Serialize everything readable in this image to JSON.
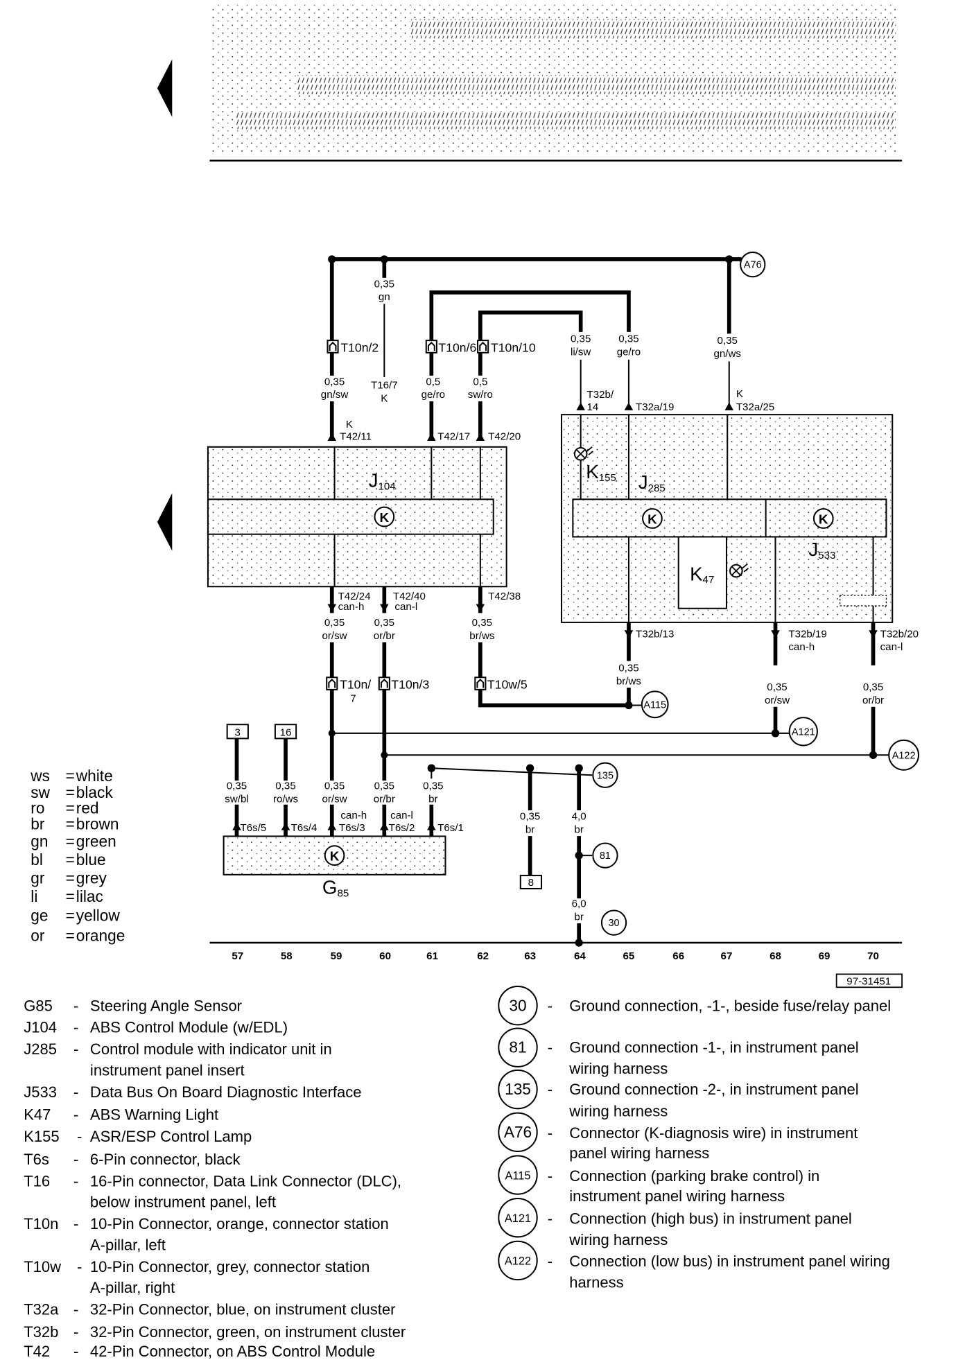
{
  "sep": {
    "eq": "=",
    "dash": "-"
  },
  "legend": [
    {
      "code": "ws",
      "name": "white"
    },
    {
      "code": "sw",
      "name": "black"
    },
    {
      "code": "ro",
      "name": "red"
    },
    {
      "code": "br",
      "name": "brown"
    },
    {
      "code": "gn",
      "name": "green"
    },
    {
      "code": "bl",
      "name": "blue"
    },
    {
      "code": "gr",
      "name": "grey"
    },
    {
      "code": "li",
      "name": "lilac"
    },
    {
      "code": "ge",
      "name": "yellow"
    },
    {
      "code": "or",
      "name": "orange"
    }
  ],
  "components": [
    {
      "id": "G85",
      "desc": [
        "Steering Angle Sensor"
      ]
    },
    {
      "id": "J104",
      "desc": [
        "ABS Control Module (w/EDL)"
      ]
    },
    {
      "id": "J285",
      "desc": [
        "Control module with indicator unit in",
        "instrument panel insert"
      ]
    },
    {
      "id": "J533",
      "desc": [
        "Data Bus On Board Diagnostic Interface"
      ]
    },
    {
      "id": "K47",
      "desc": [
        "ABS Warning Light"
      ]
    },
    {
      "id": "K155",
      "desc": [
        "ASR/ESP Control Lamp"
      ]
    },
    {
      "id": "T6s",
      "desc": [
        "6-Pin connector, black"
      ]
    },
    {
      "id": "T16",
      "desc": [
        "16-Pin connector, Data Link Connector (DLC),",
        "below instrument panel, left"
      ]
    },
    {
      "id": "T10n",
      "desc": [
        "10-Pin Connector, orange, connector station",
        "A-pillar, left"
      ]
    },
    {
      "id": "T10w",
      "desc": [
        "10-Pin Connector, grey, connector station",
        "A-pillar, right"
      ]
    },
    {
      "id": "T32a",
      "desc": [
        "32-Pin Connector, blue, on instrument cluster"
      ]
    },
    {
      "id": "T32b",
      "desc": [
        "32-Pin Connector, green, on instrument cluster"
      ]
    },
    {
      "id": "T42",
      "desc": [
        "42-Pin Connector, on ABS Control Module"
      ]
    }
  ],
  "grounds": [
    {
      "id": "30",
      "desc": [
        "Ground connection, -1-, beside fuse/relay panel"
      ]
    },
    {
      "id": "81",
      "desc": [
        "Ground connection -1-, in instrument panel",
        "wiring harness"
      ]
    },
    {
      "id": "135",
      "desc": [
        "Ground connection -2-, in instrument panel",
        "wiring harness"
      ]
    },
    {
      "id": "A76",
      "desc": [
        "Connector (K-diagnosis wire) in instrument",
        "panel wiring harness"
      ]
    },
    {
      "id": "A115",
      "desc": [
        "Connection (parking brake control) in",
        "instrument panel wiring harness"
      ]
    },
    {
      "id": "A121",
      "desc": [
        "Connection (high bus) in instrument panel",
        "wiring harness"
      ]
    },
    {
      "id": "A122",
      "desc": [
        "Connection (low bus) in instrument panel wiring",
        "harness"
      ]
    }
  ],
  "diagram": {
    "wire_labels": [
      {
        "gauge": "0,35",
        "color": "gn"
      },
      {
        "gauge": "0,35",
        "color": "li/sw"
      },
      {
        "gauge": "0,35",
        "color": "ge/ro"
      },
      {
        "gauge": "0,35",
        "color": "gn/ws"
      },
      {
        "gauge": "0,35",
        "color": "gn/sw"
      },
      {
        "gauge": "0,5",
        "color": "ge/ro"
      },
      {
        "gauge": "0,5",
        "color": "sw/ro"
      },
      {
        "gauge": "0,35",
        "color": "or/sw"
      },
      {
        "gauge": "0,35",
        "color": "or/br"
      },
      {
        "gauge": "0,35",
        "color": "br/ws"
      },
      {
        "gauge": "0,35",
        "color": "br/ws"
      },
      {
        "gauge": "0,35",
        "color": "or/sw"
      },
      {
        "gauge": "0,35",
        "color": "or/br"
      },
      {
        "gauge": "0,35",
        "color": "sw/bl"
      },
      {
        "gauge": "0,35",
        "color": "ro/ws"
      },
      {
        "gauge": "0,35",
        "color": "or/sw"
      },
      {
        "gauge": "0,35",
        "color": "or/br"
      },
      {
        "gauge": "0,35",
        "color": "br"
      },
      {
        "gauge": "0,35",
        "color": "br"
      },
      {
        "gauge": "4,0",
        "color": "br"
      },
      {
        "gauge": "6,0",
        "color": "br"
      }
    ],
    "pins": {
      "t16_7": "T16/7",
      "t32b_14_a": "T32b/",
      "t32b_14_b": "14",
      "t32a_19": "T32a/19",
      "t32a_25": "T32a/25",
      "t42_11": "T42/11",
      "t42_17": "T42/17",
      "t42_20": "T42/20",
      "t42_24": "T42/24",
      "t42_40": "T42/40",
      "t42_38": "T42/38",
      "t32b_13": "T32b/13",
      "t32b_19": "T32b/19",
      "t32b_20": "T32b/20",
      "t6s_5": "T6s/5",
      "t6s_4": "T6s/4",
      "t6s_3": "T6s/3",
      "t6s_2": "T6s/2",
      "t6s_1": "T6s/1"
    },
    "k_marks": [
      "K",
      "K",
      "K"
    ],
    "signals": [
      "can-h",
      "can-l",
      "can-h",
      "can-l",
      "can-h",
      "can-l"
    ],
    "connectors": {
      "t10n_2": "T10n/2",
      "t10n_6": "T10n/6",
      "t10n_10": "T10n/10",
      "t10n_7a": "T10n/",
      "t10n_7b": "7",
      "t10n_3": "T10n/3",
      "t10w_5": "T10w/5"
    },
    "units": [
      {
        "letter": "J",
        "sub": "104"
      },
      {
        "letter": "J",
        "sub": "285"
      },
      {
        "letter": "J",
        "sub": "533"
      },
      {
        "letter": "K",
        "sub": "155"
      },
      {
        "letter": "K",
        "sub": "47"
      },
      {
        "letter": "G",
        "sub": "85"
      }
    ],
    "control_symbol": "K",
    "circles": {
      "a76": "A76",
      "a115": "A115",
      "a121": "A121",
      "a122": "A122",
      "g135": "135",
      "g81": "81",
      "g30": "30"
    },
    "boxes": {
      "b3": "3",
      "b16": "16",
      "b8": "8"
    },
    "columns": [
      "57",
      "58",
      "59",
      "60",
      "61",
      "62",
      "63",
      "64",
      "65",
      "66",
      "67",
      "68",
      "69",
      "70"
    ],
    "reference": "97-31451"
  }
}
